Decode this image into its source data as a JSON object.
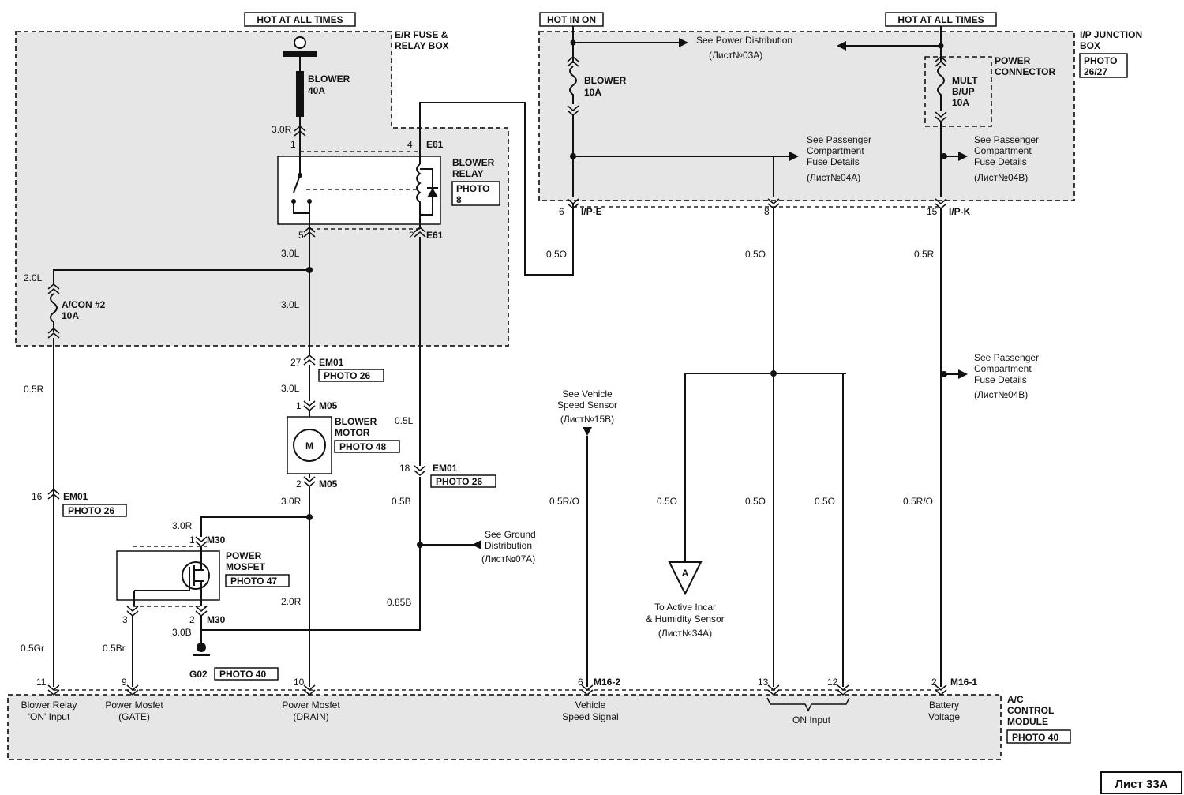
{
  "headers": {
    "hot_all_times_left": "HOT AT ALL TIMES",
    "hot_in_on": "HOT IN ON",
    "hot_all_times_right": "HOT AT ALL TIMES"
  },
  "er_fuse_box": {
    "label_line1": "E/R FUSE &",
    "label_line2": "RELAY BOX",
    "blower_fuse_line1": "BLOWER",
    "blower_fuse_line2": "40A",
    "acon_fuse_line1": "A/CON #2",
    "acon_fuse_line2": "10A"
  },
  "blower_relay": {
    "label_line1": "BLOWER",
    "label_line2": "RELAY",
    "photo_line1": "PHOTO",
    "photo_line2": "8",
    "pin1": "1",
    "pin4": "4",
    "pin5": "5",
    "pin2": "2",
    "conn_top": "E61",
    "conn_bottom": "E61"
  },
  "ip_box": {
    "label_line1": "I/P JUNCTION",
    "label_line2": "BOX",
    "photo_line1": "PHOTO",
    "photo_line2": "26/27",
    "blower_fuse_line1": "BLOWER",
    "blower_fuse_line2": "10A",
    "mult_line1": "MULT",
    "mult_line2": "B/UP",
    "mult_line3": "10A",
    "power_conn_line1": "POWER",
    "power_conn_line2": "CONNECTOR",
    "see_power_dist": "See Power Distribution",
    "see_power_dist_ref": "(Лист№03А)",
    "see_pass_a_line1": "See Passenger",
    "see_pass_a_line2": "Compartment",
    "see_pass_a_line3": "Fuse Details",
    "see_pass_a_ref": "(Лист№04А)",
    "see_pass_b_line1": "See Passenger",
    "see_pass_b_line2": "Compartment",
    "see_pass_b_line3": "Fuse Details",
    "see_pass_b_ref": "(Лист№04В)",
    "pin6": "6",
    "conn_e": "I/P-E",
    "pin8": "8",
    "pin15": "15",
    "conn_k": "I/P-K"
  },
  "wires": {
    "w_3_0r_top": "3.0R",
    "w_3_0l_a": "3.0L",
    "w_2_0l": "2.0L",
    "w_3_0l_b": "3.0L",
    "w_0_5o_ip": "0.5O",
    "w_0_5o_8": "0.5O",
    "w_0_5r_15": "0.5R",
    "w_0_5r_left": "0.5R",
    "w_3_0l_c": "3.0L",
    "w_0_5l": "0.5L",
    "w_3_0r_mid": "3.0R",
    "w_0_5b": "0.5B",
    "w_3_0r_mos": "3.0R",
    "w_2_0r": "2.0R",
    "w_0_85b": "0.85B",
    "w_3_0b": "3.0B",
    "w_0_5gr": "0.5Gr",
    "w_0_5br": "0.5Br",
    "w_0_5ro_vs": "0.5R/O",
    "w_0_5o_a": "0.5O",
    "w_0_5o_13": "0.5O",
    "w_0_5o_12": "0.5O",
    "w_0_5ro_bat": "0.5R/O"
  },
  "connectors": {
    "em01_27_pin": "27",
    "em01_27": "EM01",
    "photo_26_a": "PHOTO 26",
    "m05_1_pin": "1",
    "m05_1": "M05",
    "m05_2_pin": "2",
    "m05_2": "M05",
    "em01_16_pin": "16",
    "em01_16": "EM01",
    "photo_26_b": "PHOTO 26",
    "em01_18_pin": "18",
    "em01_18": "EM01",
    "photo_26_c": "PHOTO 26",
    "m30_1_pin": "1",
    "m30_1": "M30",
    "m30_3_pin": "3",
    "m30_2_pin": "2",
    "m30_2": "M30",
    "g02": "G02",
    "photo_40_g": "PHOTO 40"
  },
  "components": {
    "blower_motor_line1": "BLOWER",
    "blower_motor_line2": "MOTOR",
    "photo_48": "PHOTO 48",
    "motor_symbol": "M",
    "mosfet_line1": "POWER",
    "mosfet_line2": "MOSFET",
    "photo_47": "PHOTO 47"
  },
  "refs": {
    "vss_line1": "See Vehicle",
    "vss_line2": "Speed Sensor",
    "vss_ref": "(Лист№15В)",
    "gnd_line1": "See Ground",
    "gnd_line2": "Distribution",
    "gnd_ref": "(Лист№07А)",
    "pass_c_line1": "See Passenger",
    "pass_c_line2": "Compartment",
    "pass_c_line3": "Fuse Details",
    "pass_c_ref": "(Лист№04В)",
    "incar_symbol": "A",
    "incar_line1": "To Active Incar",
    "incar_line2": "& Humidity Sensor",
    "incar_ref": "(Лист№34А)"
  },
  "module": {
    "pin11": "11",
    "pin9": "9",
    "pin10": "10",
    "pin6": "6",
    "m16_2": "M16-2",
    "pin13": "13",
    "pin12": "12",
    "pin2": "2",
    "m16_1": "M16-1",
    "t11_line1": "Blower Relay",
    "t11_line2": "'ON' Input",
    "t9_line1": "Power Mosfet",
    "t9_line2": "(GATE)",
    "t10_line1": "Power Mosfet",
    "t10_line2": "(DRAIN)",
    "t6_line1": "Vehicle",
    "t6_line2": "Speed Signal",
    "on_input": "ON Input",
    "bat_line1": "Battery",
    "bat_line2": "Voltage",
    "name_line1": "A/C",
    "name_line2": "CONTROL",
    "name_line3": "MODULE",
    "photo_40": "PHOTO 40"
  },
  "page_label": "Лист 33А"
}
